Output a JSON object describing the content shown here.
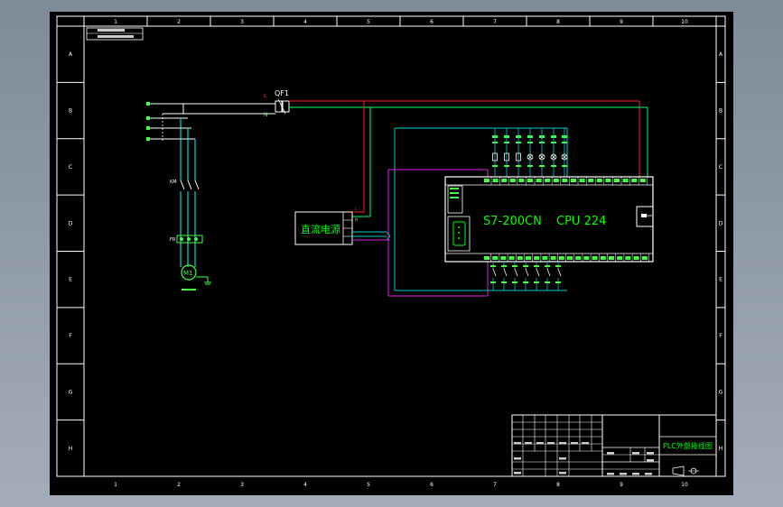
{
  "drawing": {
    "cpu_model_text": "S7-200CN",
    "cpu_type_text": "CPU 224",
    "power_supply_text": "直流电源",
    "breaker_label": "QF1",
    "motor_label": "M1",
    "title_block_name": "PLC外部接线图",
    "frame_column_numbers": [
      "1",
      "2",
      "3",
      "4",
      "5",
      "6",
      "7",
      "8",
      "9",
      "10"
    ],
    "frame_row_letters": [
      "A",
      "B",
      "C",
      "D",
      "E",
      "F",
      "G",
      "H"
    ]
  },
  "colors": {
    "background": "#000000",
    "frame": "#ffffff",
    "plc_text": "#00ff00",
    "wire_red": "#ff2020",
    "wire_green": "#00ff66",
    "wire_cyan": "#00d0d0",
    "wire_magenta": "#e020e0"
  }
}
